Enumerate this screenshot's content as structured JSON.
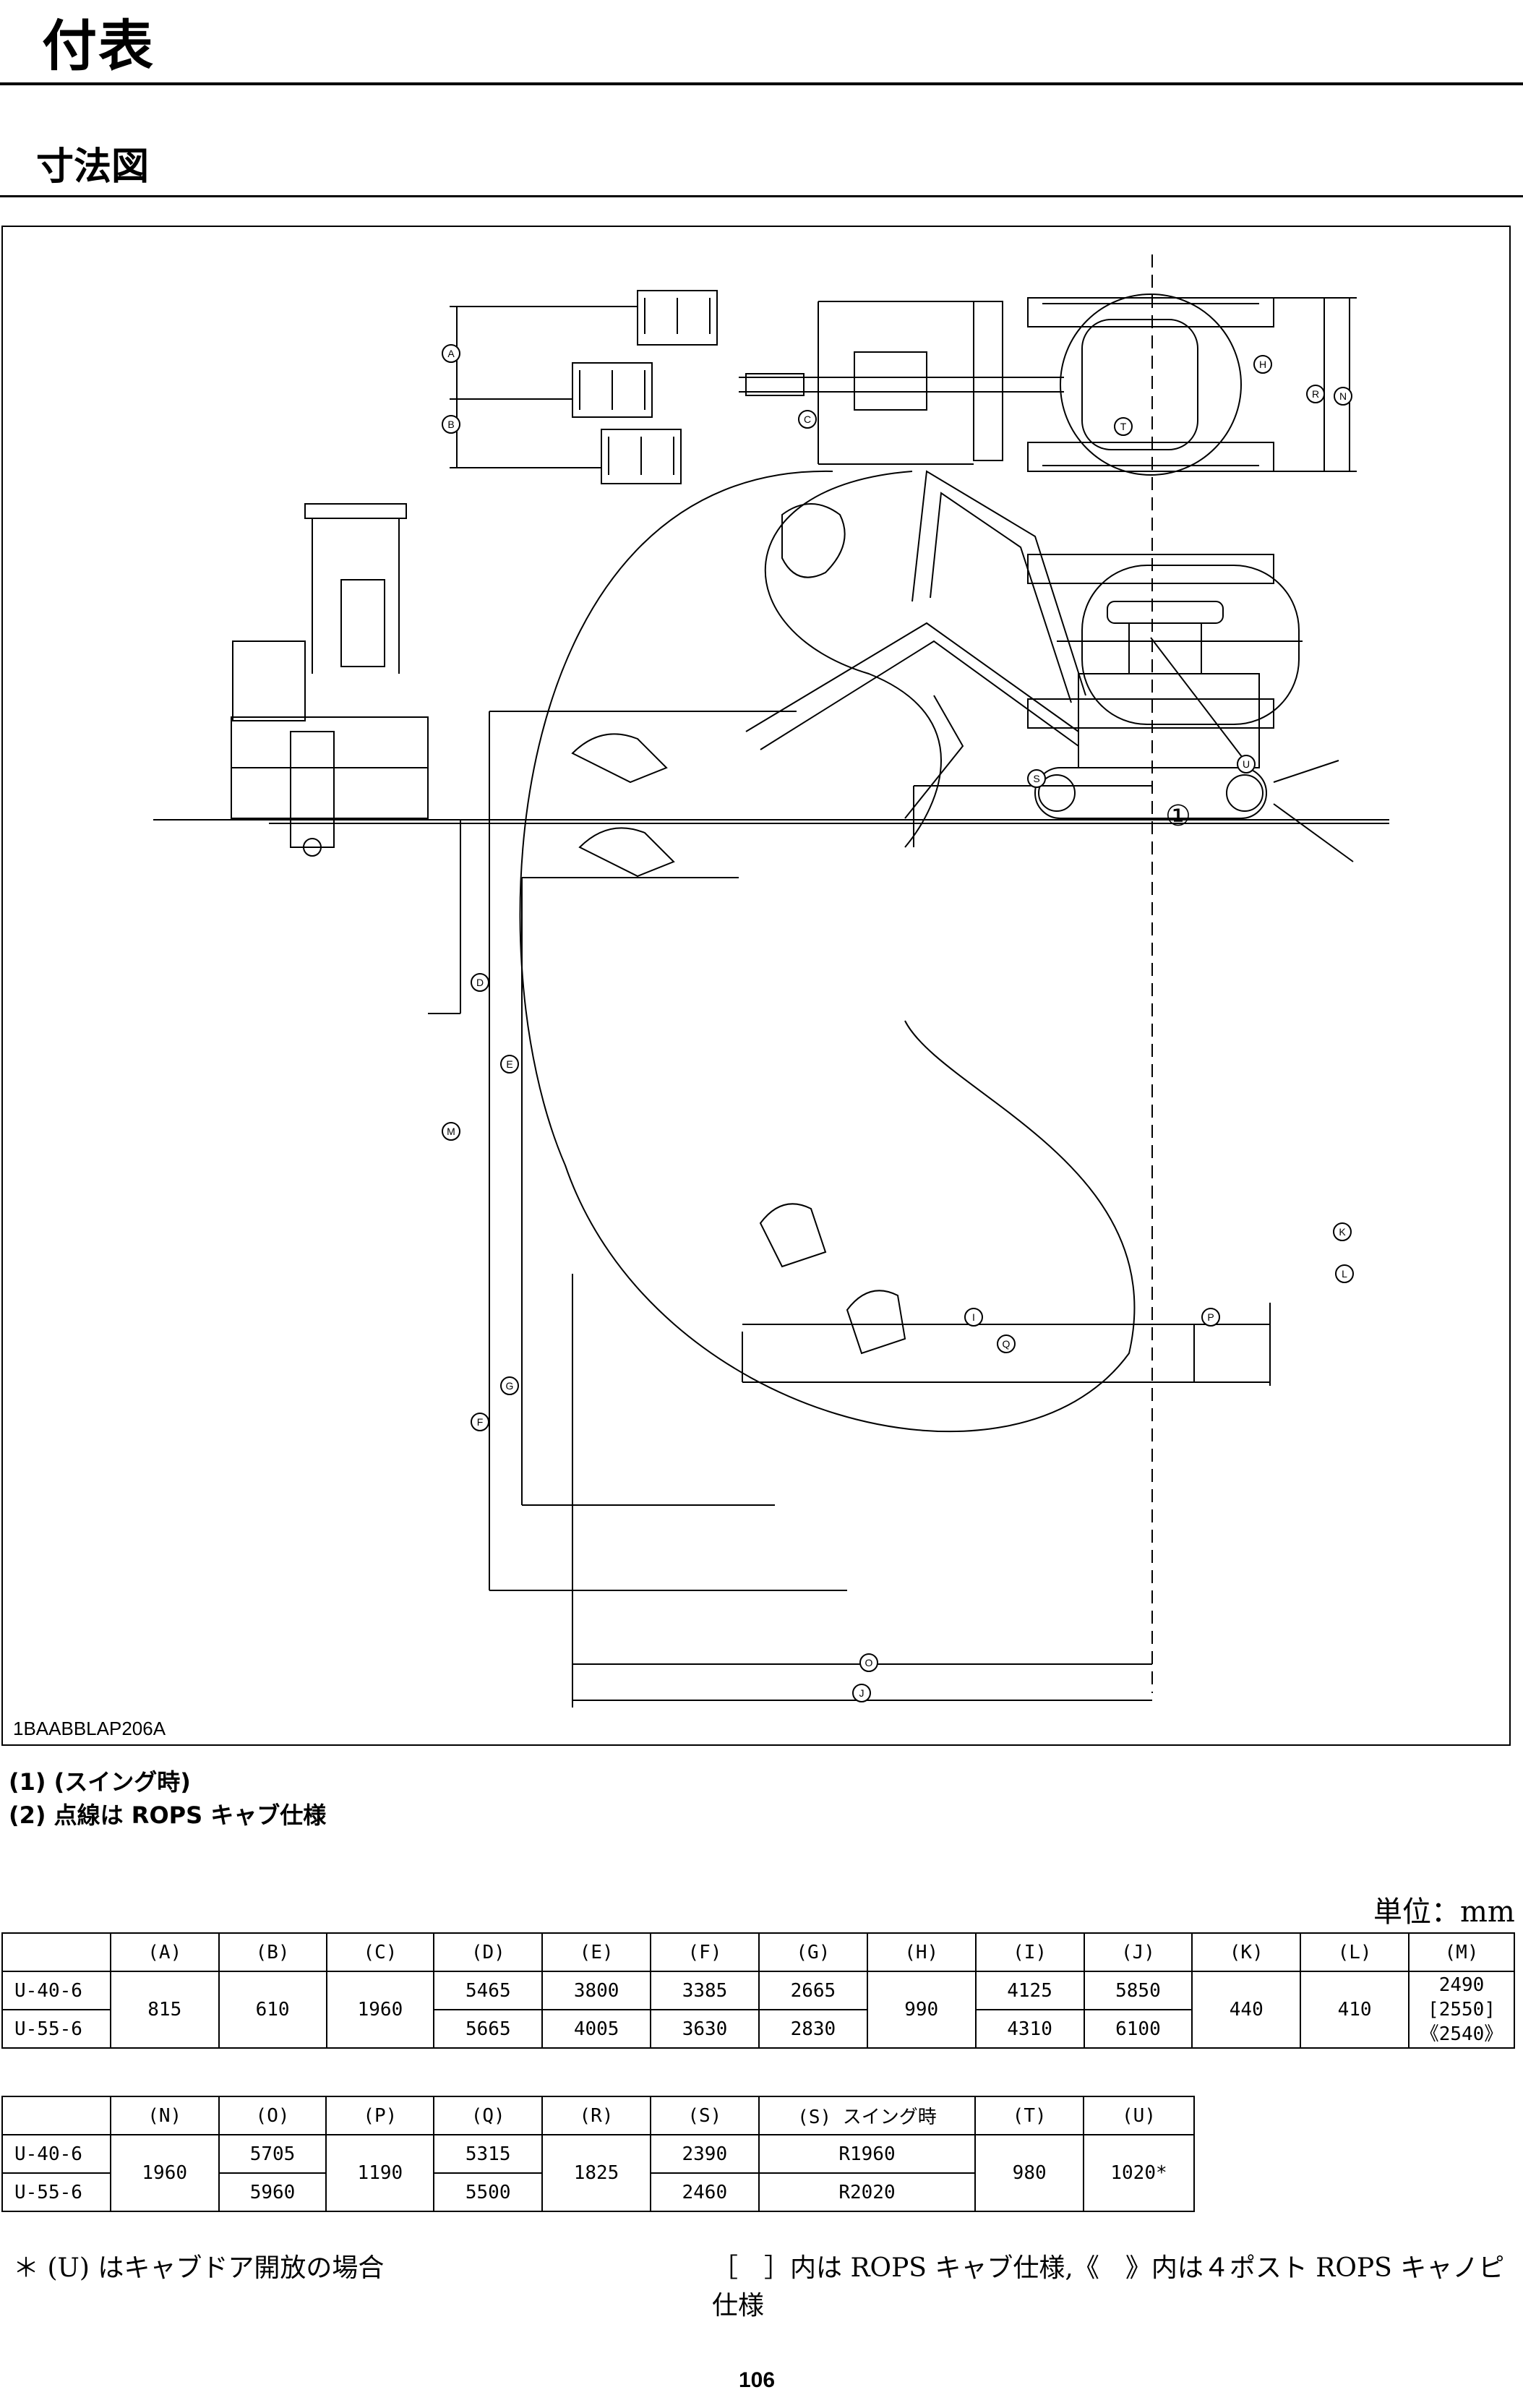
{
  "header": {
    "title": "付表",
    "section": "寸法図"
  },
  "figure": {
    "code": "1BAABBLAP206A",
    "circled_note": "①",
    "dim_labels": [
      "A",
      "B",
      "C",
      "D",
      "E",
      "F",
      "G",
      "H",
      "I",
      "J",
      "K",
      "L",
      "M",
      "N",
      "O",
      "P",
      "Q",
      "R",
      "S",
      "T",
      "U"
    ]
  },
  "notes": [
    "(1) (スイング時)",
    "(2) 点線は ROPS キャブ仕様"
  ],
  "unit_label": "単位：mm",
  "table1": {
    "headers": [
      "(A)",
      "(B)",
      "(C)",
      "(D)",
      "(E)",
      "(F)",
      "(G)",
      "(H)",
      "(I)",
      "(J)",
      "(K)",
      "(L)",
      "(M)"
    ],
    "models": [
      "U-40-6",
      "U-55-6"
    ],
    "shared": {
      "A": "815",
      "B": "610",
      "C": "1960",
      "H": "990",
      "K": "440",
      "L": "410"
    },
    "m_values": [
      "2490",
      "[2550]",
      "《2540》"
    ],
    "rows": [
      {
        "D": "5465",
        "E": "3800",
        "F": "3385",
        "G": "2665",
        "I": "4125",
        "J": "5850"
      },
      {
        "D": "5665",
        "E": "4005",
        "F": "3630",
        "G": "2830",
        "I": "4310",
        "J": "6100"
      }
    ]
  },
  "table2": {
    "headers": [
      "(N)",
      "(O)",
      "(P)",
      "(Q)",
      "(R)",
      "(S)",
      "(S) スイング時",
      "(T)",
      "(U)"
    ],
    "models": [
      "U-40-6",
      "U-55-6"
    ],
    "shared": {
      "N": "1960",
      "P": "1190",
      "R": "1825",
      "T": "980",
      "U": "1020*"
    },
    "rows": [
      {
        "O": "5705",
        "Q": "5315",
        "S": "2390",
        "S_swing": "R1960"
      },
      {
        "O": "5960",
        "Q": "5500",
        "S": "2460",
        "S_swing": "R2020"
      }
    ]
  },
  "footnotes": {
    "left": "＊ (U) はキャブドア開放の場合",
    "right": "［　］内は ROPS キャブ仕様,《　》内は４ポスト ROPS キャノピ仕様"
  },
  "page_number": "106"
}
